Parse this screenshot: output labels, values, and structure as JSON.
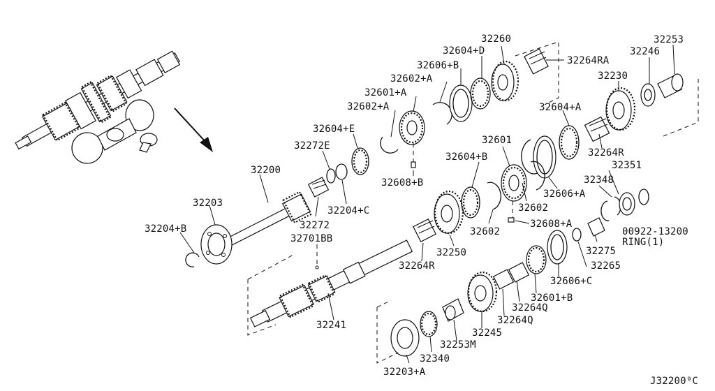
{
  "diagram": {
    "reference_code": "J32200⁹C",
    "labels": {
      "p32260": "32260",
      "p32604d": "32604+D",
      "p32264ra": "32264RA",
      "p32246": "32246",
      "p32253": "32253",
      "p32606b": "32606+B",
      "p32602a_1": "32602+A",
      "p32230": "32230",
      "p32601a": "32601+A",
      "p32602a_2": "32602+A",
      "p32604a": "32604+A",
      "p32604e": "32604+E",
      "p32272e": "32272E",
      "p32264r_1": "32264R",
      "p32601": "32601",
      "p32351": "32351",
      "p32200": "32200",
      "p32604b": "32604+B",
      "p32608b": "32608+B",
      "p32348": "32348",
      "p32606a": "32606+A",
      "p32204c": "32204+C",
      "p32203": "32203",
      "p32602_1": "32602",
      "p32272": "32272",
      "p32608a": "32608+A",
      "p00922": "00922-13200",
      "ring": "RING(1)",
      "p32204b": "32204+B",
      "p32602_2": "32602",
      "p32701bb": "32701BB",
      "p32275": "32275",
      "p32250": "32250",
      "p32264r_2": "32264R",
      "p32265": "32265",
      "p32606c": "32606+C",
      "p32601b": "32601+B",
      "p32264q_1": "32264Q",
      "p32241": "32241",
      "p32264q_2": "32264Q",
      "p32245": "32245",
      "p32253m": "32253M",
      "p32340": "32340",
      "p32203a": "32203+A"
    }
  }
}
